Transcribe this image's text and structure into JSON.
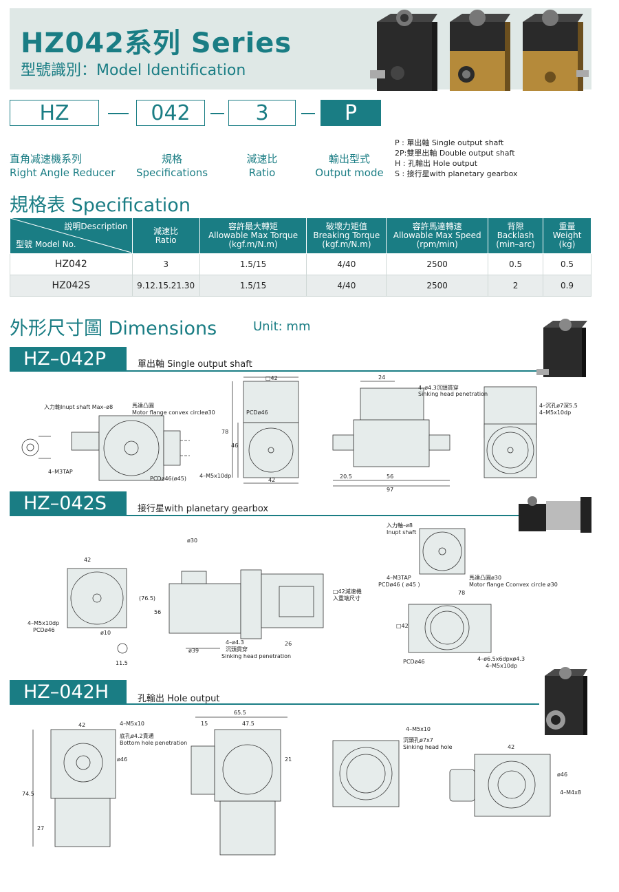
{
  "header": {
    "title": "HZ042系列 Series",
    "subtitle": "型號識別：Model Identification"
  },
  "model_code": {
    "parts": [
      {
        "code": "HZ",
        "zh": "直角减速機系列",
        "en": "Right Angle Reducer"
      },
      {
        "code": "042",
        "zh": "規格",
        "en": "Specifications"
      },
      {
        "code": "3",
        "zh": "減速比",
        "en": "Ratio"
      },
      {
        "code": "P",
        "zh": "輸出型式",
        "en": "Output mode"
      }
    ],
    "modes": [
      "P : 單出軸 Single output shaft",
      "2P:雙單出軸 Double output shaft",
      "H : 孔輸出 Hole output",
      "S : 接行星with planetary gearbox"
    ]
  },
  "spec": {
    "title": "規格表 Specification",
    "corner_desc": "說明Description",
    "corner_model": "型號 Model No.",
    "headers": [
      {
        "zh": "減速比",
        "en": "Ratio",
        "unit": ""
      },
      {
        "zh": "容許最大轉矩",
        "en": "Allowable Max Torque",
        "unit": "(kgf.m/N.m)"
      },
      {
        "zh": "破壞力矩值",
        "en": "Breaking Torque",
        "unit": "(kgf.m/N.m)"
      },
      {
        "zh": "容許馬達轉速",
        "en": "Allowable Max Speed",
        "unit": "(rpm/min)"
      },
      {
        "zh": "背隙",
        "en": "Backlash",
        "unit": "(min–arc)"
      },
      {
        "zh": "重量",
        "en": "Weight",
        "unit": "(kg)"
      }
    ],
    "rows": [
      {
        "model": "HZ042",
        "ratio": "3",
        "torque": "1.5/15",
        "breaking": "4/40",
        "speed": "2500",
        "backlash": "0.5",
        "weight": "0.5"
      },
      {
        "model": "HZ042S",
        "ratio": "9.12.15.21.30",
        "torque": "1.5/15",
        "breaking": "4/40",
        "speed": "2500",
        "backlash": "2",
        "weight": "0.9"
      }
    ]
  },
  "dimensions": {
    "title": "外形尺寸圖 Dimensions",
    "unit": "Unit: mm",
    "sections": [
      {
        "code": "HZ–042P",
        "desc": "單出軸 Single output shaft"
      },
      {
        "code": "HZ–042S",
        "desc": "接行星with planetary gearbox"
      },
      {
        "code": "HZ–042H",
        "desc": "孔輸出 Hole output"
      }
    ]
  },
  "drawing_labels": {
    "p_input": "入力軸Inupt shaft Max–ø8",
    "p_flange_zh": "馬達凸圓",
    "p_flange_en": "Motor flange convex circleø30",
    "p_tap": "4–M3TAP",
    "p_pcd": "PCDø46(ø45)",
    "p_m5": "4–M5x10dp",
    "p_42": "42",
    "p_78": "78",
    "p_46": "46",
    "p_pcd46": "PCDø46",
    "p_box42": "□42",
    "p_sink": "4–ø4.3沉頭貫穿",
    "p_sink_en": "Sinking head penetration",
    "p_24": "24",
    "p_56": "56",
    "p_97": "97",
    "p_205": "20.5",
    "p_hole": "4–沉孔ø7深5.5",
    "p_m5b": "4–M5x10dp",
    "s_input": "入力軸–ø8",
    "s_input_en": "Inupt shaft",
    "s_tap": "4–M3TAP",
    "s_pcd": "PCDø46 ( ø45 )",
    "s_flange": "馬達凸圓ø30",
    "s_flange_en": "Motor flange Cconvex circle ø30",
    "s_78": "78",
    "s_box42": "□42",
    "s_pcd46": "PCDø46",
    "s_holes": "4–ø6.5x6dpxø4.3",
    "s_m5": "4–M5x10dp",
    "s_42": "42",
    "s_m5a": "4–M5x10dp",
    "s_pcd46a": "PCDø46",
    "s_10": "ø10",
    "s_115": "11.5",
    "s_56": "56",
    "s_765": "(76.5)",
    "s_30": "ø30",
    "s_39": "ø39",
    "s_26": "26",
    "s_sink": "4–ø4.3",
    "s_sink_zh": "沉頭貫穿",
    "s_sink_en": "Sinking head penetration",
    "s_reducer": "□42減速機",
    "s_reducer2": "入重端尺寸",
    "h_m5": "4–M5x10",
    "h_hole": "底孔ø4.2貫通",
    "h_hole_en": "Bottom hole penetration",
    "h_42": "42",
    "h_46": "ø46",
    "h_745": "74.5",
    "h_27": "27",
    "h_655": "65.5",
    "h_475": "47.5",
    "h_15": "15",
    "h_21": "21",
    "h_m5b": "4–M5x10",
    "h_sink": "沉頭孔ø7x7",
    "h_sink_en": "Sinking head hole",
    "h_m4": "4–M4x8",
    "h_46b": "ø46",
    "h_42b": "42"
  }
}
